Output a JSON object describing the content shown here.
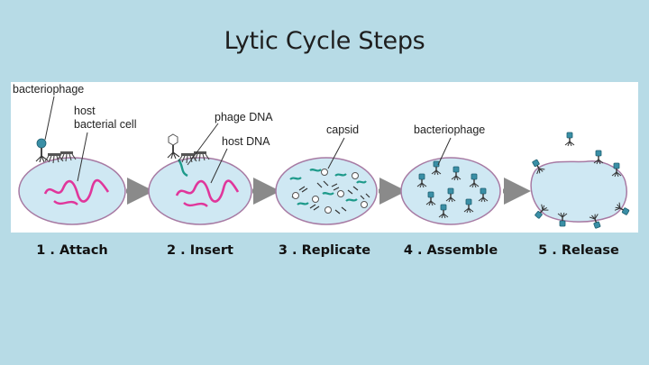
{
  "title": "Lytic Cycle Steps",
  "labels": {
    "bacteriophage_1": "bacteriophage",
    "host_line1": "host",
    "host_line2": "bacterial cell",
    "phage_dna": "phage DNA",
    "host_dna": "host DNA",
    "capsid": "capsid",
    "bacteriophage_2": "bacteriophage"
  },
  "steps": [
    {
      "label": "1 . Attach"
    },
    {
      "label": "2 . Insert"
    },
    {
      "label": "3 . Replicate"
    },
    {
      "label": "4 . Assemble"
    },
    {
      "label": "5 . Release"
    }
  ],
  "colors": {
    "background": "#b7dbe6",
    "cell_fill": "#cfe8f3",
    "cell_stroke": "#a77aa3",
    "host_dna": "#e0369b",
    "phage_dna": "#1d9a8a",
    "arrow": "#8a8a8a",
    "phage_head": "#3a8fa6"
  }
}
